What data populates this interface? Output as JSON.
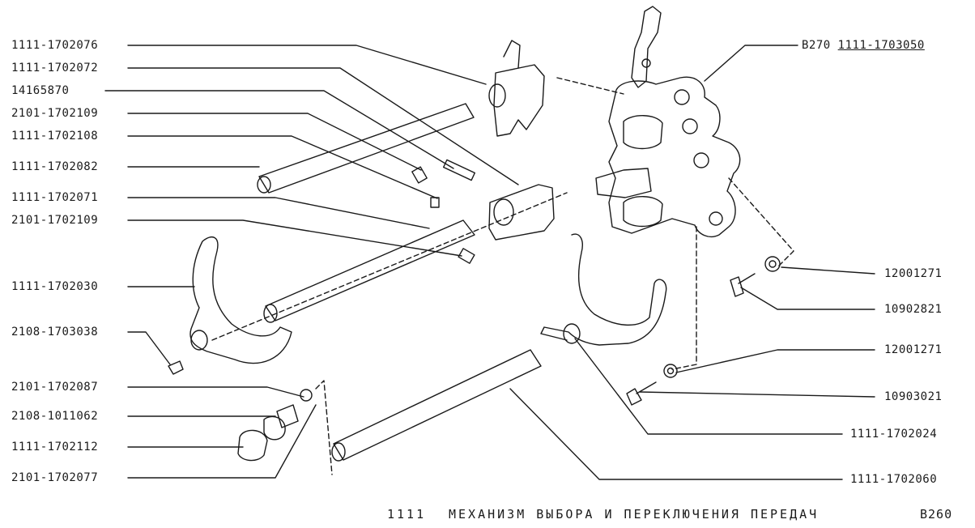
{
  "left_labels": [
    "1111-1702076",
    "1111-1702072",
    "14165870",
    "2101-1702109",
    "1111-1702108",
    "1111-1702082",
    "1111-1702071",
    "2101-1702109",
    "1111-1702030",
    "2108-1703038",
    "2101-1702087",
    "2108-1011062",
    "1111-1702112",
    "2101-1702077"
  ],
  "right_labels": [
    "12001271",
    "10902821",
    "12001271",
    "10903021",
    "1111-1702024",
    "1111-1702060"
  ],
  "assembly_ref": {
    "prefix": "B270",
    "number": "1111-1703050"
  },
  "footer": {
    "model": "1111",
    "title": "МЕХАНИЗМ ВЫБОРА И ПЕРЕКЛЮЧЕНИЯ ПЕРЕДАЧ",
    "page": "B260"
  }
}
